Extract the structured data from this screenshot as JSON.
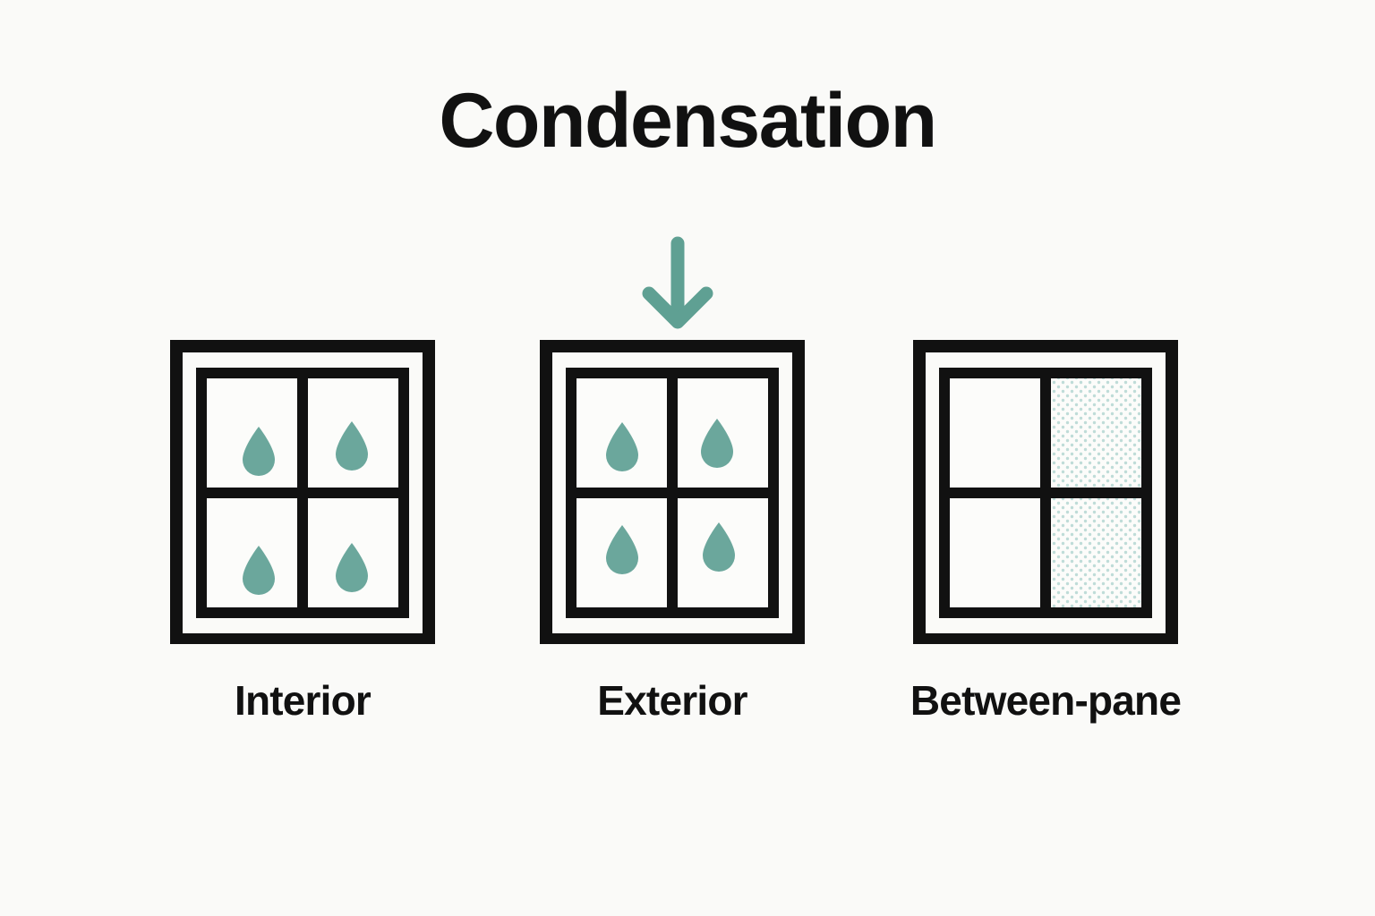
{
  "page": {
    "title": "Condensation",
    "background_color": "#FAFAF8",
    "ink_color": "#111111",
    "accent_color": "#5FA093",
    "fog_color": "#BFDCD8"
  },
  "flow_arrow": {
    "icon": "arrow-down-icon",
    "direction": "down",
    "color": "#5FA093",
    "points_to": "Exterior"
  },
  "diagrams": [
    {
      "id": "interior",
      "label": "Interior",
      "panes": 4,
      "droplets": 4,
      "droplet_color": "#5FA093",
      "fogged_panes": [],
      "has_arrow": false
    },
    {
      "id": "exterior",
      "label": "Exterior",
      "panes": 4,
      "droplets": 4,
      "droplet_color": "#5FA093",
      "fogged_panes": [],
      "has_arrow": true
    },
    {
      "id": "between-pane",
      "label": "Between-pane",
      "panes": 4,
      "droplets": 0,
      "droplet_color": "#5FA093",
      "fogged_panes": [
        "top-right",
        "bottom-right"
      ],
      "has_arrow": false
    }
  ]
}
